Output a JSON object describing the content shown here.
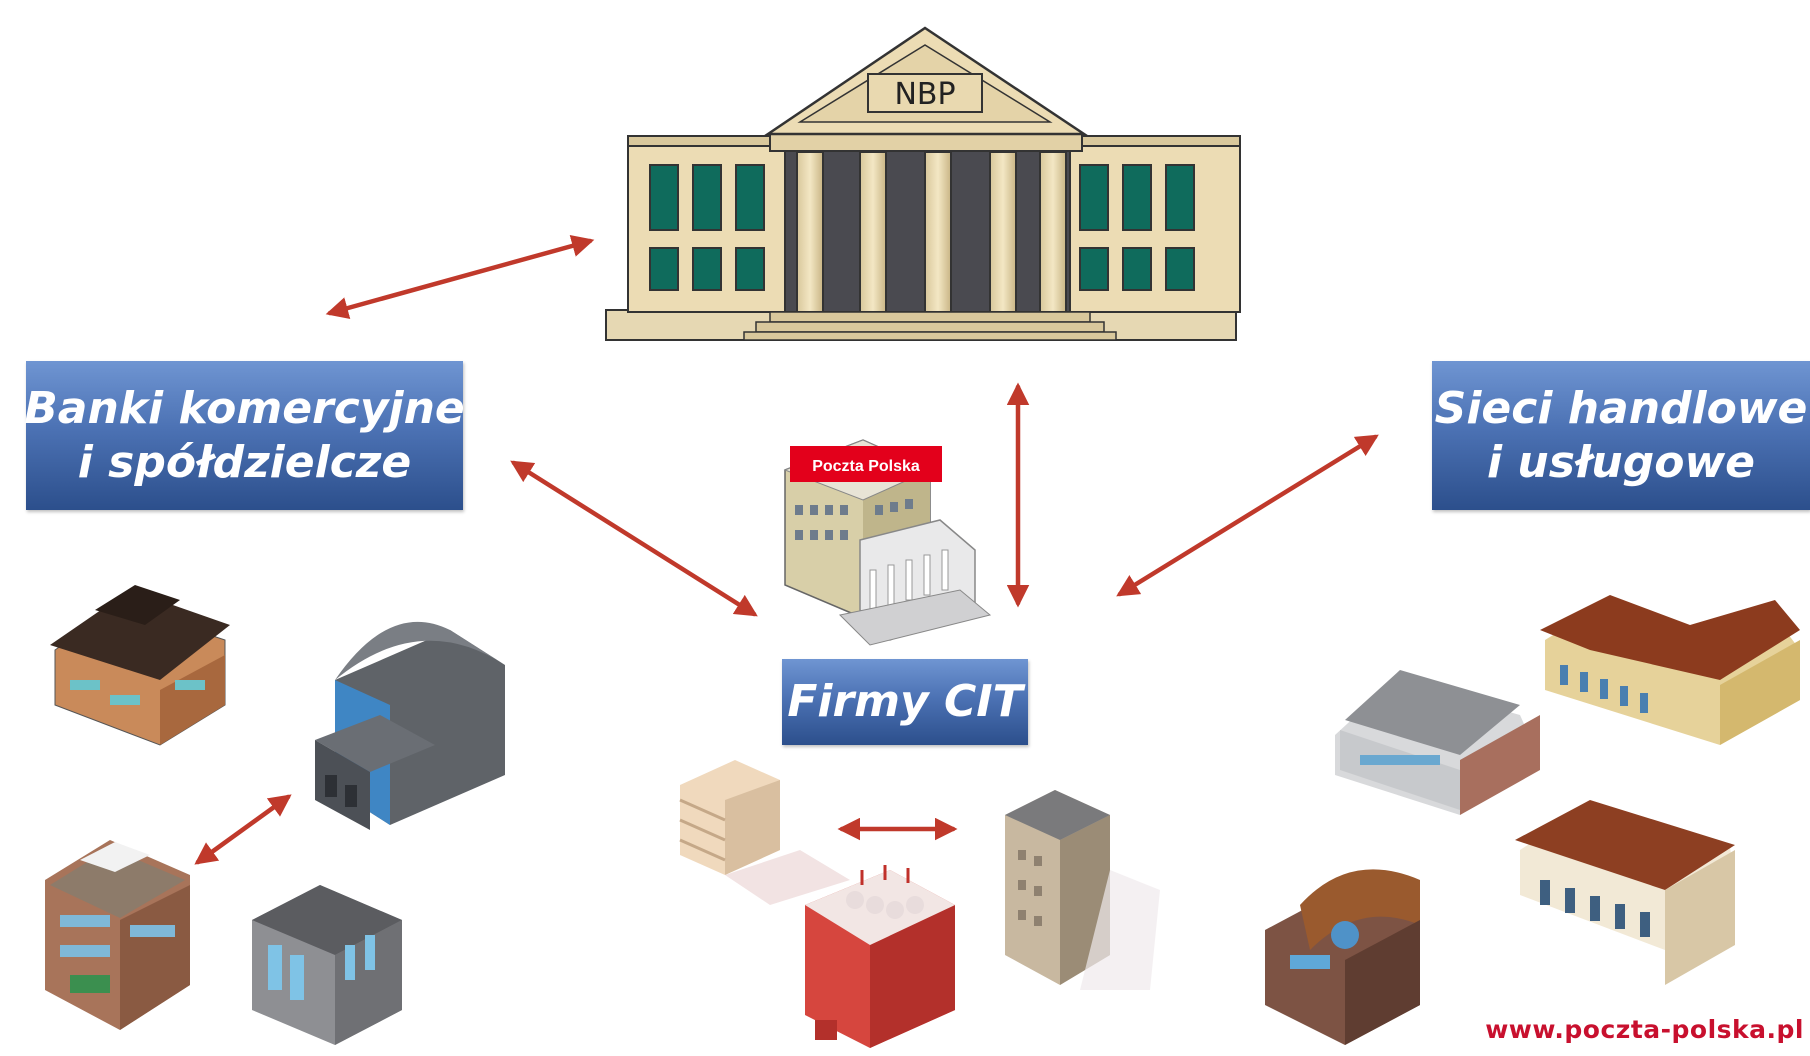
{
  "nbp_sign": "NBP",
  "post_sign": "Poczta Polska",
  "banks_label": {
    "line1": "Banki komercyjne",
    "line2": "i spółdzielcze"
  },
  "retail_label": {
    "line1": "Sieci handlowe",
    "line2": "i usługowe"
  },
  "cit_label": "Firmy CIT",
  "website": "www.poczta-polska.pl",
  "colors": {
    "arrow": "#c0392b",
    "box_top": "#6f95d2",
    "box_bottom": "#2c4f8c",
    "website": "#c8102e",
    "post_red": "#e3001b"
  },
  "icons": [
    "nbp-bank-building-icon",
    "poczta-polska-building-icon",
    "office-building-icon",
    "warehouse-icon",
    "pharmacy-building-icon",
    "small-office-icon",
    "office-block-icon",
    "factory-icon",
    "tower-building-icon",
    "supermarket-icon",
    "shopping-mall-icon",
    "cinema-icon",
    "shopping-mall-icon-2"
  ]
}
